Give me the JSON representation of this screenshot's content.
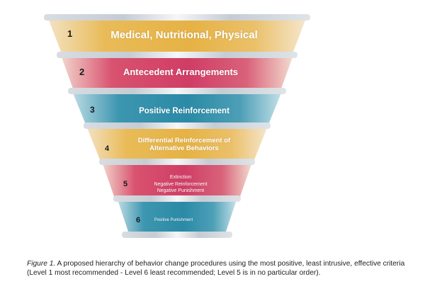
{
  "figure": {
    "levels": [
      {
        "number": "1",
        "label": "Medical, Nutritional, Physical",
        "color": "#e7b348"
      },
      {
        "number": "2",
        "label": "Antecedent Arrangements",
        "color": "#d2406a"
      },
      {
        "number": "3",
        "label": "Positive Reinforcement",
        "color": "#2e8fab"
      },
      {
        "number": "4",
        "label_line1": "Differential Reinforcement of",
        "label_line2": "Alternative Behaviors",
        "color": "#e7b348"
      },
      {
        "number": "5",
        "label_line1": "Extinction",
        "label_line2": "Negative Reinforcement",
        "label_line3": "Negative Punishment",
        "color": "#d2406a"
      },
      {
        "number": "6",
        "label": "Positive Punishment",
        "color": "#2e8fab"
      }
    ],
    "caption_prefix": "Figure 1.",
    "caption_text": " A proposed hierarchy of behavior change procedures using the most positive, least intrusive, effective criteria (Level 1 most recommended - Level 6 least recommended; Level 5 is in no particular order)."
  }
}
